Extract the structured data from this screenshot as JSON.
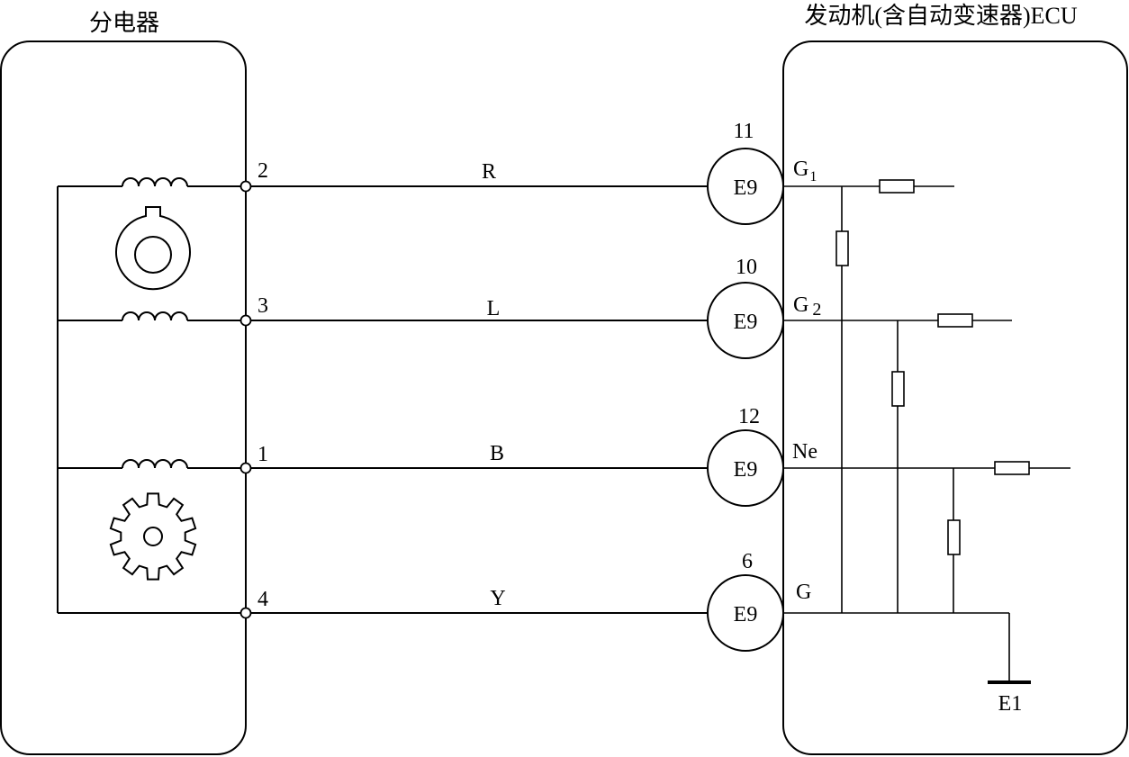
{
  "distributor": {
    "title": "分电器"
  },
  "ecu": {
    "title": "发动机(含自动变速器)ECU",
    "ground_label": "E1"
  },
  "wires": [
    {
      "pin": "2",
      "color_code": "R",
      "connector": "E9",
      "ecu_pin_no": "11",
      "signal_main": "G",
      "signal_sub": "1"
    },
    {
      "pin": "3",
      "color_code": "L",
      "connector": "E9",
      "ecu_pin_no": "10",
      "signal_main": "G",
      "signal_sub": "2"
    },
    {
      "pin": "1",
      "color_code": "B",
      "connector": "E9",
      "ecu_pin_no": "12",
      "signal_main": "Ne",
      "signal_sub": ""
    },
    {
      "pin": "4",
      "color_code": "Y",
      "connector": "E9",
      "ecu_pin_no": "6",
      "signal_main": "G",
      "signal_sub": ""
    }
  ]
}
